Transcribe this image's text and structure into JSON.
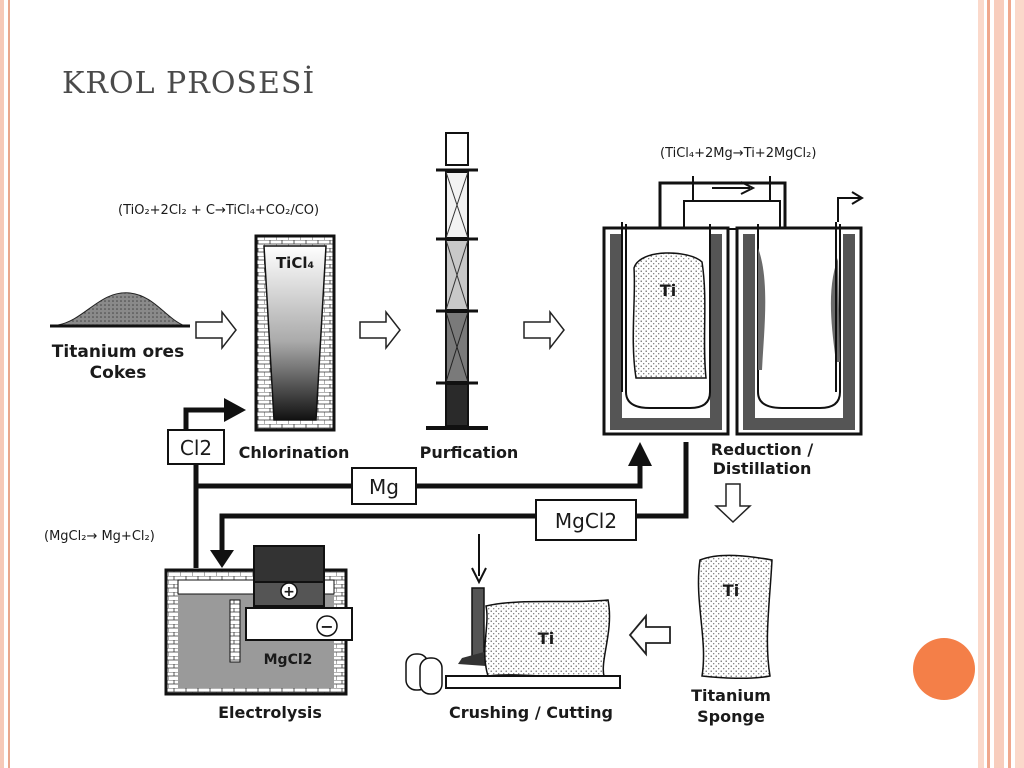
{
  "slide": {
    "title": "KROL PROSESİ"
  },
  "colors": {
    "accent": "#f47f48",
    "frame": "#f0a88d",
    "ink": "#1a1a1a"
  },
  "diagram": {
    "eq_chlorination": "(TiO₂+2Cl₂ + C→TiCl₄+CO₂/CO)",
    "eq_reduction": "(TiCl₄+2Mg→Ti+2MgCl₂)",
    "eq_electrolysis": "(MgCl₂→ Mg+Cl₂)",
    "raw_line1": "Titanium ores",
    "raw_line2": "Cokes",
    "ticl4": "TiCl₄",
    "chlorination": "Chlorination",
    "purification": "Purfication",
    "ti_label": "Ti",
    "reduction_line1": "Reduction /",
    "reduction_line2": "Distillation",
    "cl2_box": "Cl2",
    "mg_box": "Mg",
    "mgcl2_box": "MgCl2",
    "mgcl2_cell": "MgCl2",
    "plus": "+",
    "minus": "−",
    "electrolysis": "Electrolysis",
    "crushing": "Crushing / Cutting",
    "sponge_line1": "Titanium",
    "sponge_line2": "Sponge"
  }
}
